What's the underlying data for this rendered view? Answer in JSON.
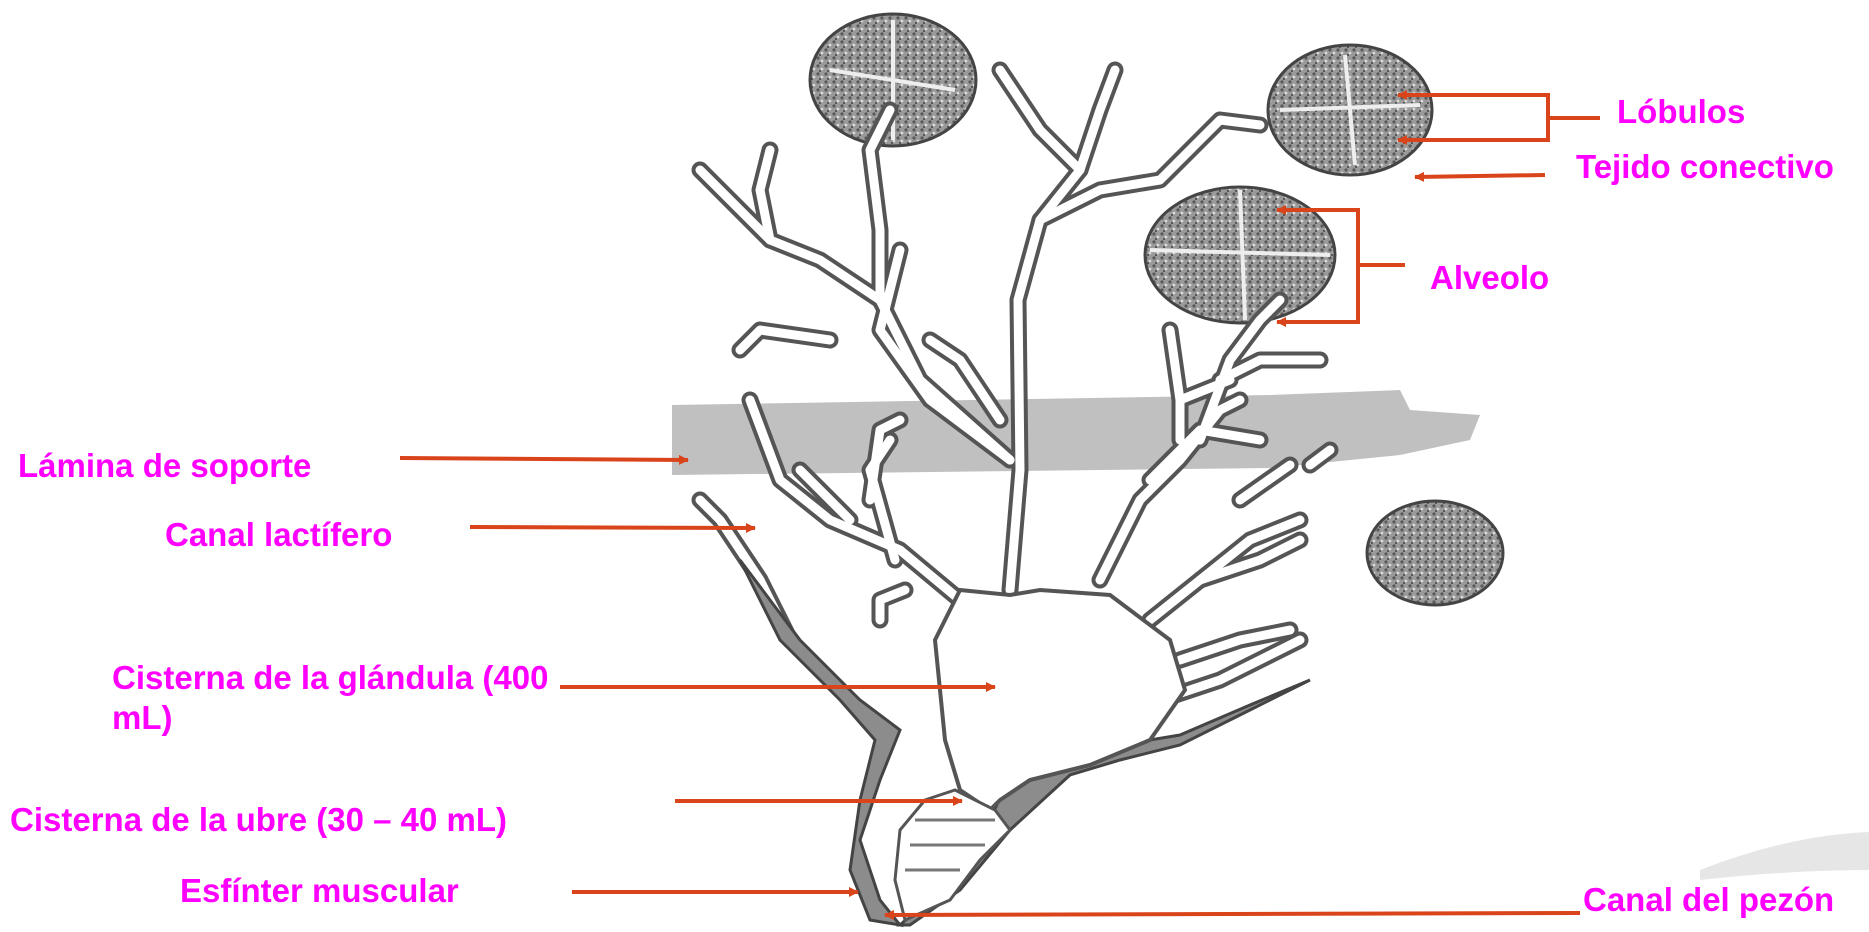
{
  "labels": {
    "lobulos": "Lóbulos",
    "tejido": "Tejido conectivo",
    "alveolo": "Alveolo",
    "lamina": "Lámina de soporte",
    "canal_lactifero": "Canal lactífero",
    "cisterna_glandula": "Cisterna de la glándula (400 mL)",
    "cisterna_ubre": "Cisterna de la ubre (30 – 40  mL)",
    "esfinter": "Esfínter muscular",
    "canal_pezon": "Canal del pezón"
  },
  "colors": {
    "label": "#ff00ff",
    "arrow": "#d9441a",
    "duct_stroke": "#555555",
    "band": "#c0c0c0",
    "lobe_fill": "#8a8a8a"
  }
}
